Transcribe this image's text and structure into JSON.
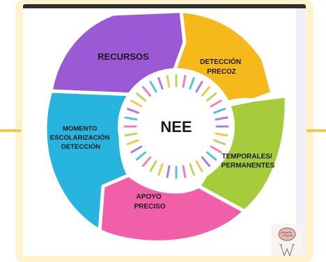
{
  "center": {
    "label": "NEE"
  },
  "segments": [
    {
      "id": "recursos",
      "lines": [
        "RECURSOS"
      ],
      "color": "#9b59d6"
    },
    {
      "id": "deteccion-precoz",
      "lines": [
        "DETECCIÓN",
        "PRECOZ"
      ],
      "color": "#f5b91c"
    },
    {
      "id": "temporales-permanentes",
      "lines": [
        "TEMPORALES/",
        "PERMANENTES"
      ],
      "color": "#a6cc3b"
    },
    {
      "id": "apoyo-preciso",
      "lines": [
        "APOYO",
        "PRECISO"
      ],
      "color": "#f25fa9"
    },
    {
      "id": "momento-escolarizacion-deteccion",
      "lines": [
        "MOMENTO",
        "ESCOLARIZACIÓN",
        "DETECCIÓN"
      ],
      "color": "#27b4de"
    }
  ],
  "colors": {
    "frame": "#fff3cf",
    "connector": "#f3c94d",
    "topbar": "#2f2f2f"
  },
  "icons": {
    "corner": "brain-hands-icon"
  }
}
